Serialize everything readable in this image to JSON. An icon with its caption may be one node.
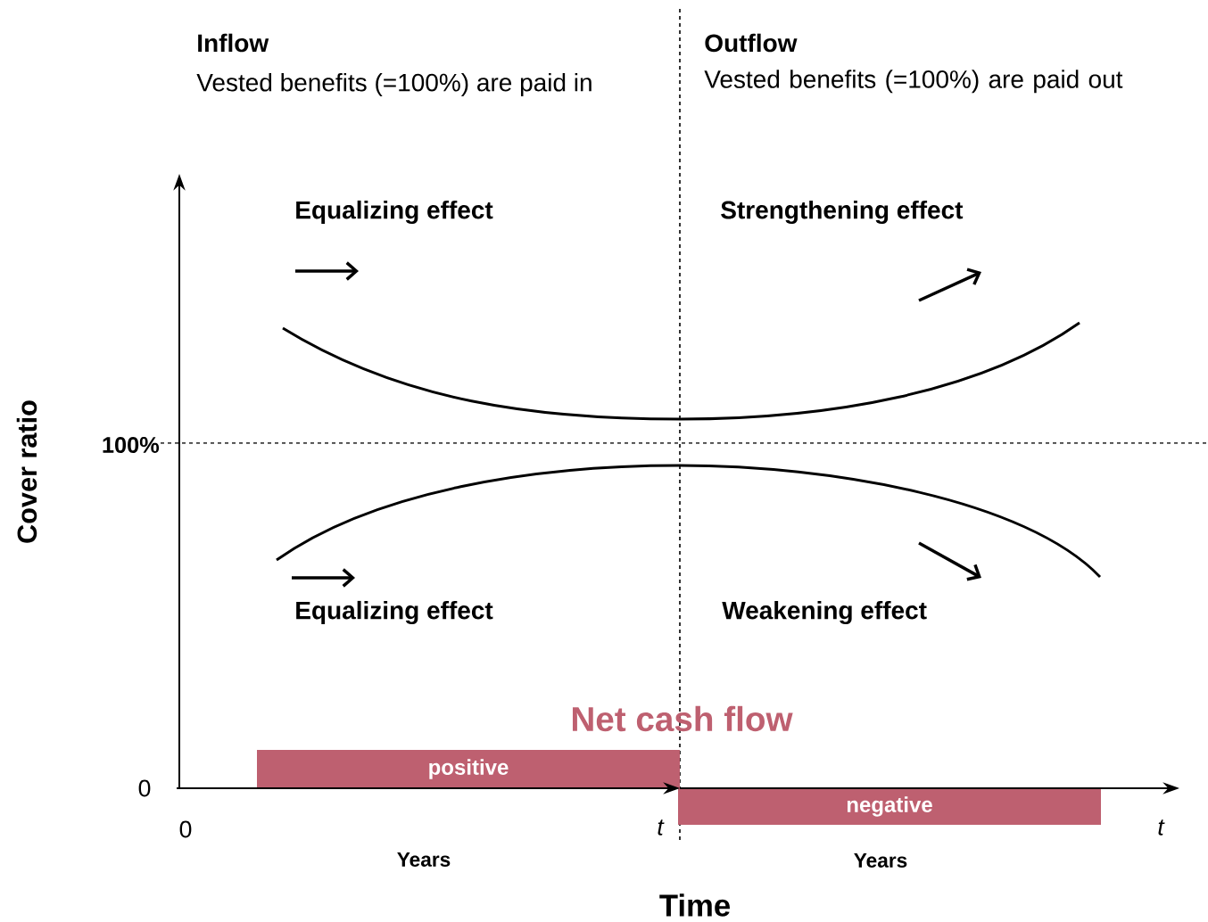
{
  "diagram": {
    "nodes": [
      {
        "text": [
          "positive"
        ]
      },
      {
        "text": [
          "negative"
        ]
      }
    ],
    "labels": [
      "Inflow",
      "Vested benefits (=100%) are paid in",
      "Outflow",
      "Vested benefits (=100%) are paid out",
      "Equalizing effect",
      "Strengthening effect",
      "100%",
      "Cover ratio",
      "Equalizing effect",
      "Weakening effect",
      "Net cash flow",
      "0",
      "0",
      "t",
      "t",
      "Years",
      "Years",
      "Time"
    ]
  }
}
